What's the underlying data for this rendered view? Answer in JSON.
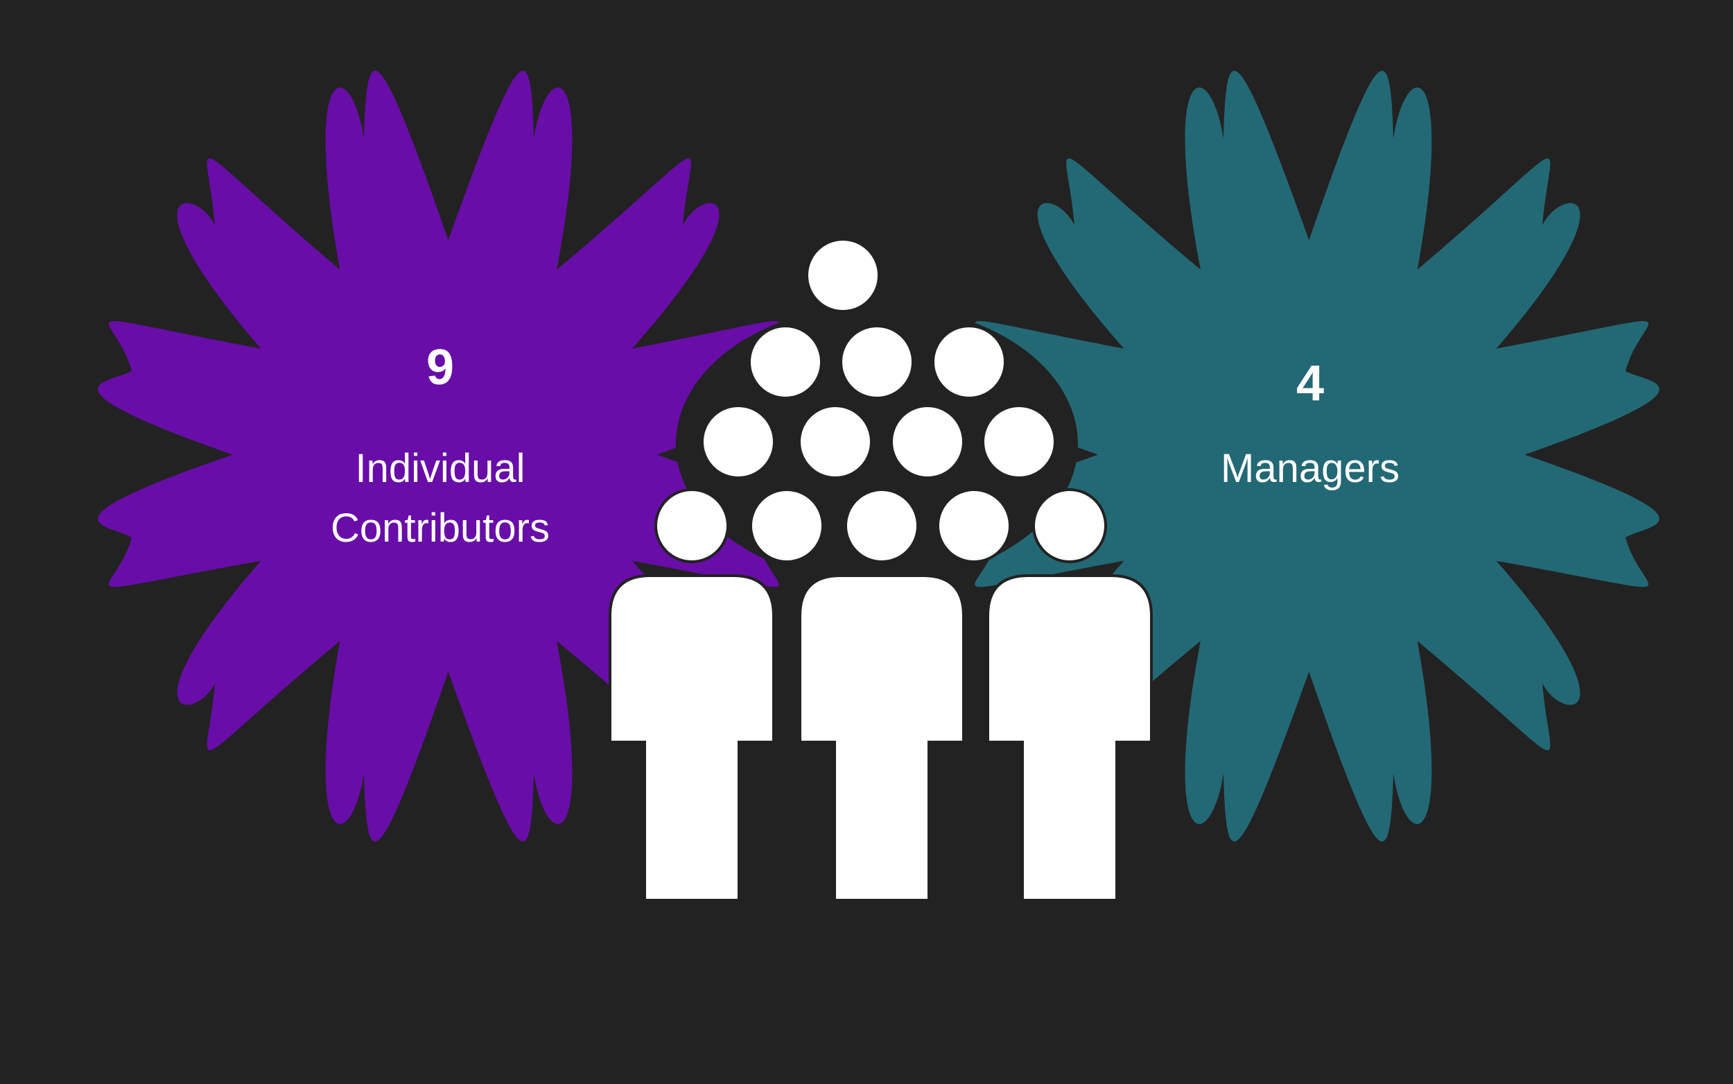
{
  "colors": {
    "background": "#222222",
    "left_burst": "#680DA7",
    "right_burst": "#236875",
    "icon": "#ffffff"
  },
  "stats": [
    {
      "value": "9",
      "label_line1": "Individual",
      "label_line2": "Contributors"
    },
    {
      "value": "4",
      "label_line1": "Managers"
    }
  ],
  "center_icon": "crowd-of-people-icon"
}
